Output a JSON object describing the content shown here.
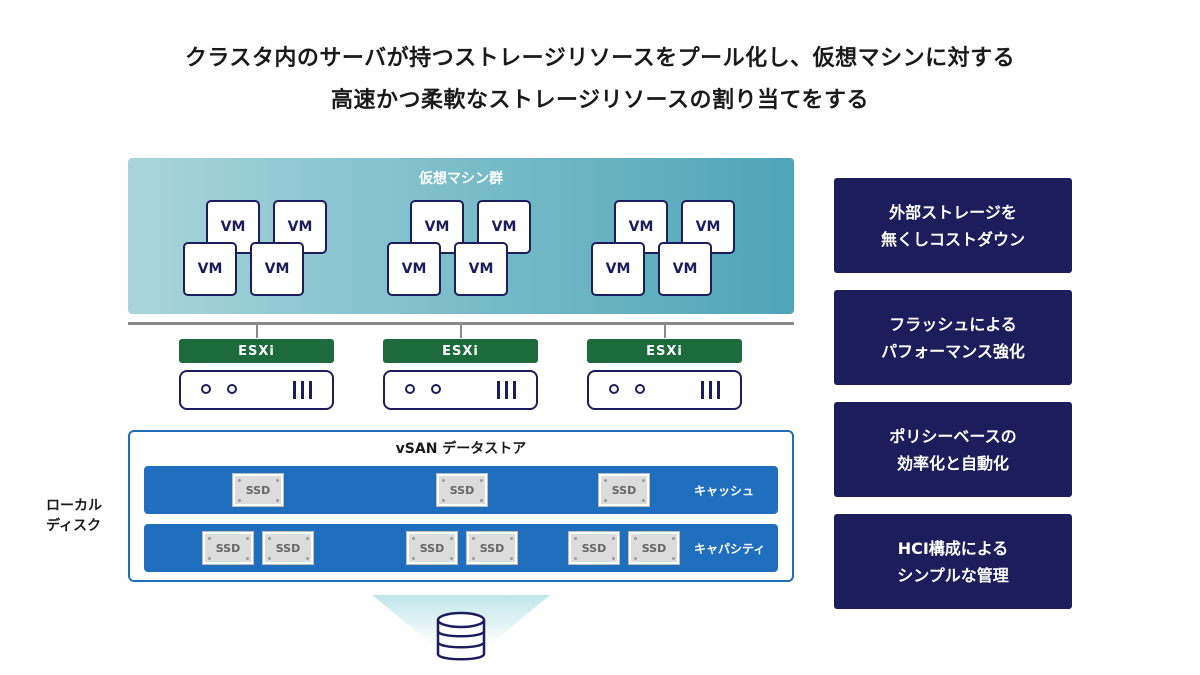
{
  "title": {
    "line1": "クラスタ内のサーバが持つストレージリソースをプール化し、仮想マシンに対する",
    "line2": "高速かつ柔軟なストレージリソースの割り当てをする"
  },
  "vm_panel": {
    "label": "仮想マシン群",
    "vm_label": "VM"
  },
  "hosts": [
    {
      "esxi_label": "ESXi"
    },
    {
      "esxi_label": "ESXi"
    },
    {
      "esxi_label": "ESXi"
    }
  ],
  "vsan": {
    "label": "vSAN データストア",
    "cache_tier_label": "キャッシュ",
    "capacity_tier_label": "キャパシティ",
    "ssd_label": "SSD"
  },
  "local_disk_label": {
    "line1": "ローカル",
    "line2": "ディスク"
  },
  "benefits": [
    {
      "line1": "外部ストレージを",
      "line2": "無くしコストダウン"
    },
    {
      "line1": "フラッシュによる",
      "line2": "パフォーマンス強化"
    },
    {
      "line1": "ポリシーベースの",
      "line2": "効率化と自動化"
    },
    {
      "line1": "HCI構成による",
      "line2": "シンプルな管理"
    }
  ],
  "colors": {
    "navy": "#1e1d5c",
    "esxi_green": "#1d6b3c",
    "vsan_blue": "#1f6fbe",
    "teal": "#4ea5b7"
  },
  "icons": [
    "server-icon",
    "database-icon",
    "ssd-icon"
  ]
}
